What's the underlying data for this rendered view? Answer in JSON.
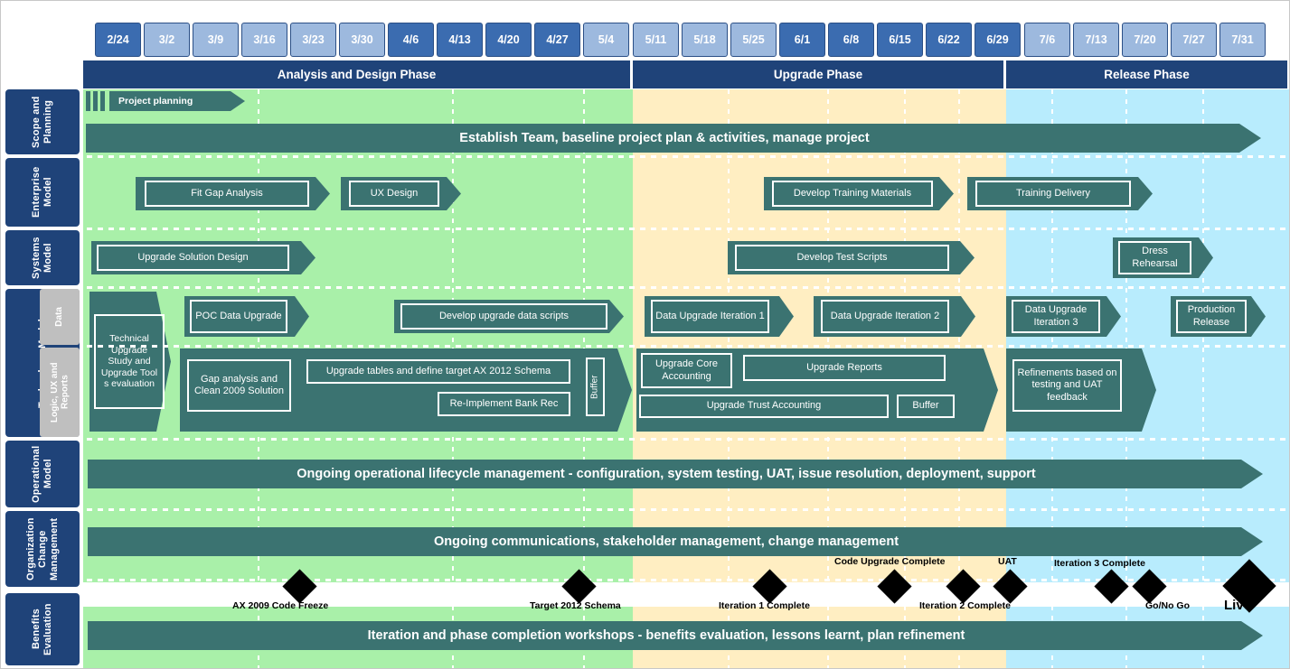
{
  "timeline": {
    "weeks": [
      {
        "label": "2/24",
        "shade": "dark"
      },
      {
        "label": "3/2",
        "shade": "light"
      },
      {
        "label": "3/9",
        "shade": "light"
      },
      {
        "label": "3/16",
        "shade": "light"
      },
      {
        "label": "3/23",
        "shade": "light"
      },
      {
        "label": "3/30",
        "shade": "light"
      },
      {
        "label": "4/6",
        "shade": "dark"
      },
      {
        "label": "4/13",
        "shade": "dark"
      },
      {
        "label": "4/20",
        "shade": "dark"
      },
      {
        "label": "4/27",
        "shade": "dark"
      },
      {
        "label": "5/4",
        "shade": "light"
      },
      {
        "label": "5/11",
        "shade": "light"
      },
      {
        "label": "5/18",
        "shade": "light"
      },
      {
        "label": "5/25",
        "shade": "light"
      },
      {
        "label": "6/1",
        "shade": "dark"
      },
      {
        "label": "6/8",
        "shade": "dark"
      },
      {
        "label": "6/15",
        "shade": "dark"
      },
      {
        "label": "6/22",
        "shade": "dark"
      },
      {
        "label": "6/29",
        "shade": "dark"
      },
      {
        "label": "7/6",
        "shade": "light"
      },
      {
        "label": "7/13",
        "shade": "light"
      },
      {
        "label": "7/20",
        "shade": "light"
      },
      {
        "label": "7/27",
        "shade": "light"
      },
      {
        "label": "7/31",
        "shade": "light"
      }
    ]
  },
  "phases": [
    {
      "label": "Analysis and Design Phase",
      "color": "#a9f0a9"
    },
    {
      "label": "Upgrade Phase",
      "color": "#ffeec2"
    },
    {
      "label": "Release Phase",
      "color": "#b8ecfd"
    }
  ],
  "swimlanes": [
    {
      "label": "Scope and Planning"
    },
    {
      "label": "Enterprise Model"
    },
    {
      "label": "Systems Model"
    },
    {
      "label": "Technology  Model",
      "sublanes": [
        {
          "label": "Data"
        },
        {
          "label": "Logic, UX and Reports"
        }
      ]
    },
    {
      "label": "Operational Model"
    },
    {
      "label": "Organization Change Management"
    },
    {
      "label": "Benefits Evaluation"
    }
  ],
  "tasks": {
    "scope_planning": [
      {
        "name": "Project planning",
        "text": "Project planning"
      },
      {
        "name": "Establish Team",
        "text": "Establish Team, baseline project plan & activities, manage project"
      }
    ],
    "enterprise_model": [
      {
        "text": "Fit Gap Analysis"
      },
      {
        "text": "UX Design"
      },
      {
        "text": "Develop Training Materials"
      },
      {
        "text": "Training Delivery"
      }
    ],
    "systems_model": [
      {
        "text": "Upgrade Solution Design"
      },
      {
        "text": "Develop Test Scripts"
      },
      {
        "text": "Dress Rehearsal"
      }
    ],
    "technology_data": [
      {
        "text": "Technical Upgrade Study and Upgrade Tool s evaluation"
      },
      {
        "text": "POC Data Upgrade"
      },
      {
        "text": "Develop upgrade data scripts"
      },
      {
        "text": "Data Upgrade Iteration 1"
      },
      {
        "text": "Data Upgrade Iteration 2"
      },
      {
        "text": "Data Upgrade Iteration 3"
      },
      {
        "text": "Production Release"
      }
    ],
    "technology_logic": [
      {
        "text": "Gap analysis and Clean 2009 Solution"
      },
      {
        "text": "Upgrade tables and define target AX 2012 Schema"
      },
      {
        "text": "Re-Implement Bank Rec"
      },
      {
        "text": "Buffer"
      },
      {
        "text": "Upgrade Core Accounting"
      },
      {
        "text": "Upgrade Reports"
      },
      {
        "text": "Upgrade Trust Accounting"
      },
      {
        "text": "Buffer"
      },
      {
        "text": "Refinements based on testing and UAT feedback"
      }
    ],
    "operational_model": [
      {
        "text": "Ongoing operational lifecycle management - configuration, system testing, UAT, issue resolution, deployment, support"
      }
    ],
    "change_management": [
      {
        "text": "Ongoing communications, stakeholder management, change management"
      }
    ],
    "benefits_evaluation": [
      {
        "text": "Iteration and phase completion workshops - benefits evaluation, lessons learnt, plan refinement"
      }
    ]
  },
  "milestones": [
    {
      "text": "AX 2009 Code Freeze",
      "position": "below"
    },
    {
      "text": "Target 2012 Schema",
      "position": "below"
    },
    {
      "text": "Iteration 1 Complete",
      "position": "below"
    },
    {
      "text": "Code Upgrade Complete",
      "position": "above"
    },
    {
      "text": "Iteration 2 Complete",
      "position": "below"
    },
    {
      "text": "UAT",
      "position": "above"
    },
    {
      "text": "Iteration 3 Complete",
      "position": "above"
    },
    {
      "text": "Go/No Go",
      "position": "below"
    },
    {
      "text": "Live",
      "position": "below"
    }
  ],
  "colors": {
    "bar": "#3b7371",
    "sidebar": "#1f4379",
    "sublane": "#bfbfbf",
    "week_dark": "#3b6cb0",
    "week_light": "#9db9de",
    "phase_green": "#a9f0a9",
    "phase_yellow": "#ffeec2",
    "phase_blue": "#b8ecfd"
  }
}
